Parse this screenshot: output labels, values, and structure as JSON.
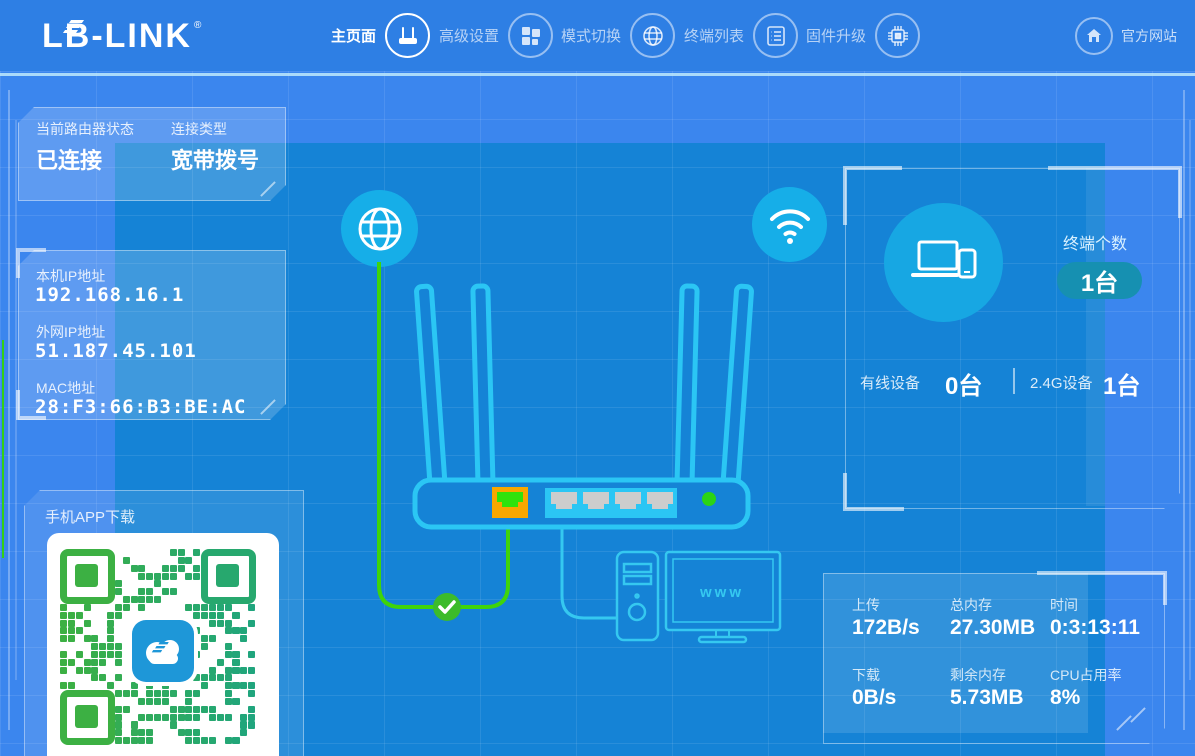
{
  "header": {
    "logo_text": "LB-LINK",
    "logo_reg": "®",
    "nav": [
      {
        "label": "主页面"
      },
      {
        "label": "高级设置"
      },
      {
        "label": "模式切换"
      },
      {
        "label": "终端列表"
      },
      {
        "label": "固件升级"
      }
    ],
    "official_site": "官方网站"
  },
  "status_panel": {
    "router_status_label": "当前路由器状态",
    "router_status_value": "已连接",
    "conn_type_label": "连接类型",
    "conn_type_value": "宽带拨号"
  },
  "ip_panel": {
    "lan_ip_label": "本机IP地址",
    "lan_ip": "192.168.16.1",
    "wan_ip_label": "外网IP地址",
    "wan_ip": "51.187.45.101",
    "mac_label": "MAC地址",
    "mac": "28:F3:66:B3:BE:AC"
  },
  "app_panel": {
    "title": "手机APP下载"
  },
  "diagram": {
    "www_label": "www"
  },
  "terminal_panel": {
    "count_label": "终端个数",
    "count_value": "1台",
    "wired_label": "有线设备",
    "wired_value": "0台",
    "wifi24_label": "2.4G设备",
    "wifi24_value": "1台"
  },
  "stats_panel": {
    "upload_label": "上传",
    "upload_value": "172B/s",
    "memory_label": "总内存",
    "memory_value": "27.30MB",
    "time_label": "时间",
    "time_value": "0:3:13:11",
    "download_label": "下载",
    "download_value": "0B/s",
    "free_label": "剩余内存",
    "free_value": "5.73MB",
    "cpu_label": "CPU占用率",
    "cpu_value": "8%"
  },
  "colors": {
    "header_bg": "#2E7FE4",
    "page_bg": "#3B86EE",
    "central_bg": "#1583D6",
    "accent_cyan": "#2BC6F4",
    "icon_circle": "#16AEE8",
    "cable_green": "#3FD40A",
    "check_green": "#3CBB2B",
    "wan_orange": "#F7A700",
    "port_green": "#2FE20C",
    "lan_gray": "#CDCDCD",
    "badge_teal": "#1690B1",
    "qr_green_left": "#3CB043",
    "qr_green_right": "#1FA57F",
    "qr_logo_blue": "#1E97D8"
  }
}
